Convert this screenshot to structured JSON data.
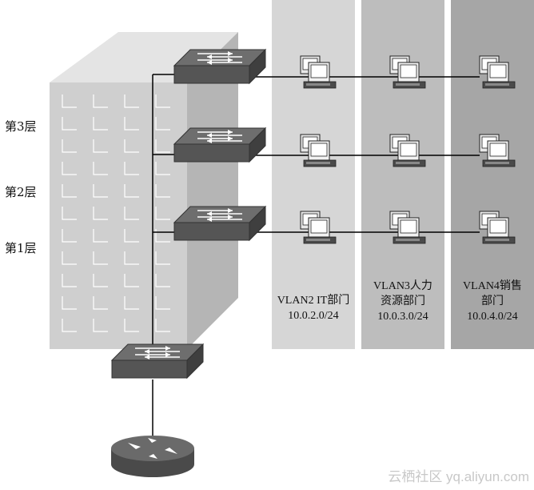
{
  "floors": [
    {
      "id": "floor-3",
      "label": "第3层"
    },
    {
      "id": "floor-2",
      "label": "第2层"
    },
    {
      "id": "floor-1",
      "label": "第1层"
    }
  ],
  "vlans": [
    {
      "id": "vlan2",
      "name": "VLAN2 IT部门",
      "name_line2": "",
      "subnet": "10.0.2.0/24",
      "band_color": "#d6d6d6"
    },
    {
      "id": "vlan3",
      "name": "VLAN3人力",
      "name_line2": "资源部门",
      "subnet": "10.0.3.0/24",
      "band_color": "#bdbdbd"
    },
    {
      "id": "vlan4",
      "name": "VLAN4销售",
      "name_line2": "部门",
      "subnet": "10.0.4.0/24",
      "band_color": "#a6a6a6"
    }
  ],
  "watermark": "云栖社区 yq.aliyun.com",
  "colors": {
    "switch_top": "#6e6e6e",
    "switch_front": "#555555",
    "building_front": "#cfcfcf",
    "building_side": "#b5b5b5",
    "building_top": "#e4e4e4",
    "router_body": "#6a6a6a",
    "line": "#000000"
  },
  "icons": {
    "floor_switch": "switch-icon",
    "core_switch": "switch-icon",
    "router": "router-icon",
    "pc": "pc-icon"
  }
}
